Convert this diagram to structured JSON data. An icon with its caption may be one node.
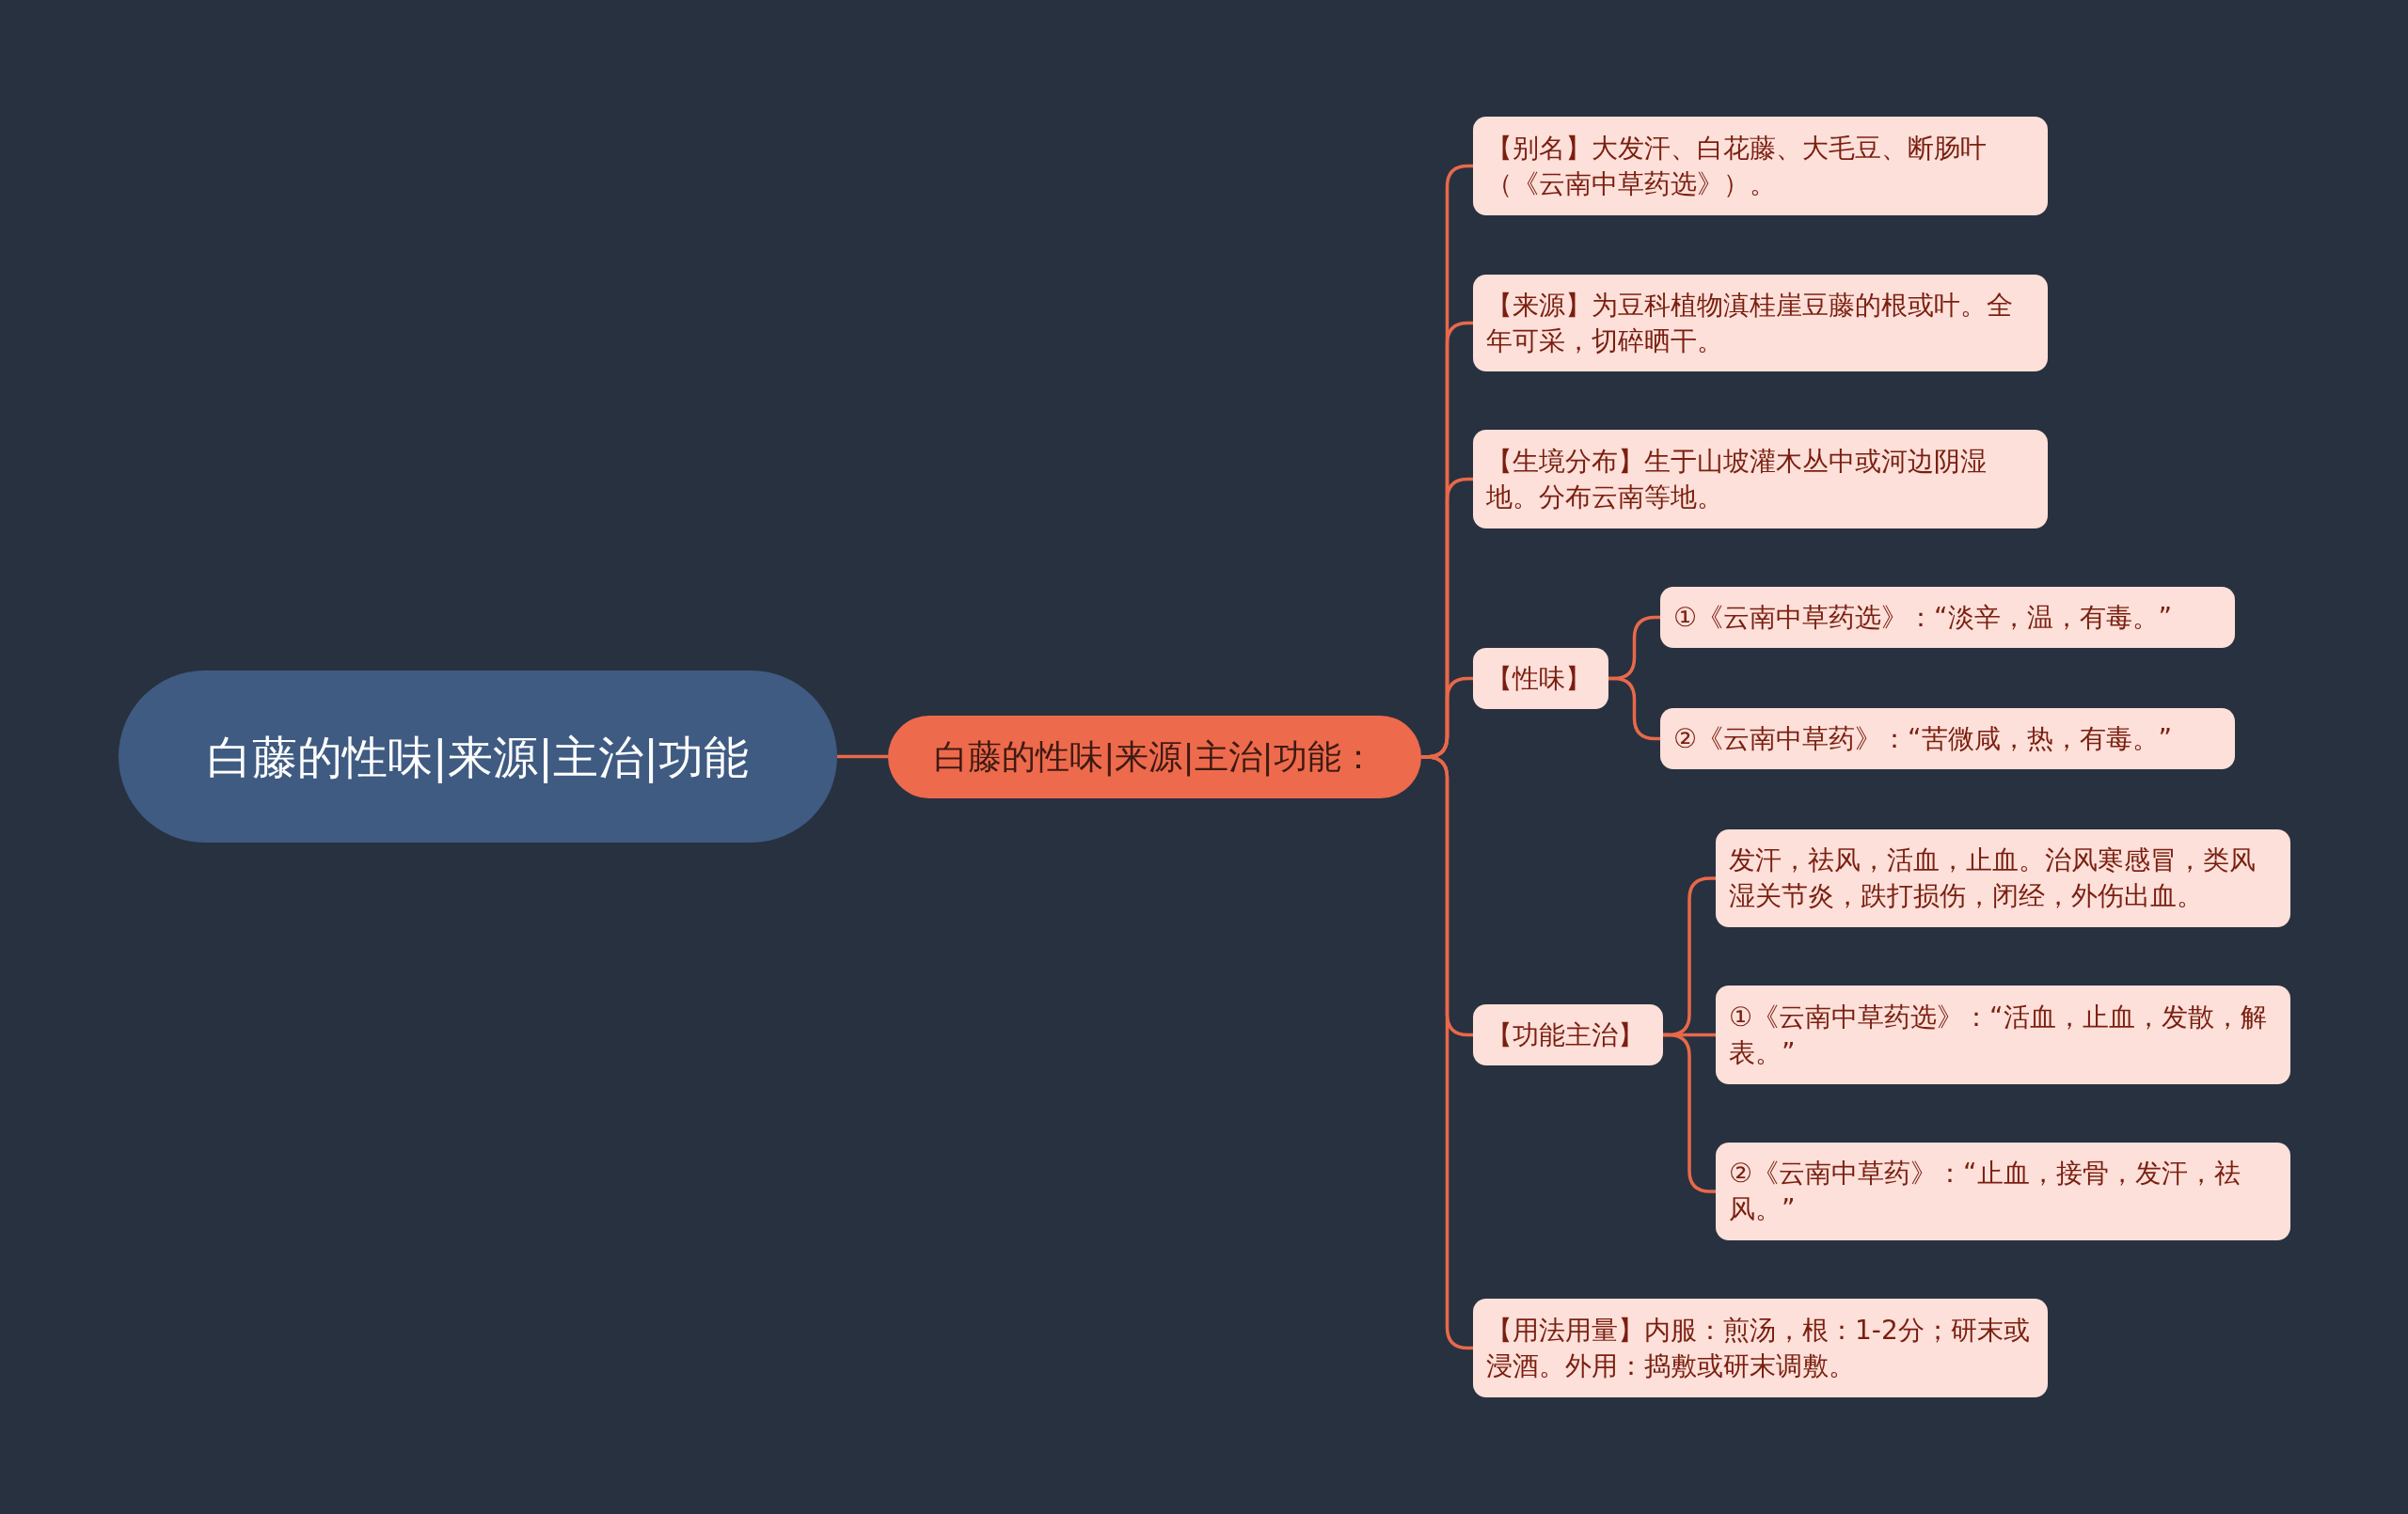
{
  "diagram": {
    "nodes": [
      {
        "text": [
          "白藤的性味|来源|主治|功能"
        ]
      },
      {
        "text": [
          "白藤的性味|来源|主治|功能："
        ]
      },
      {
        "text": [
          "【别名】大发汗、白花藤、大毛豆、断肠叶（《云南中草药选》）。"
        ]
      },
      {
        "text": [
          "【来源】为豆科植物滇桂崖豆藤的根或叶。全年可采，切碎晒干。"
        ]
      },
      {
        "text": [
          "【生境分布】生于山坡灌木丛中或河边阴湿地。分布云南等地。"
        ]
      },
      {
        "text": [
          "【性味】"
        ]
      },
      {
        "text": [
          "①《云南中草药选》：“淡辛，温，有毒。”"
        ]
      },
      {
        "text": [
          "②《云南中草药》：“苦微咸，热，有毒。”"
        ]
      },
      {
        "text": [
          "【功能主治】"
        ]
      },
      {
        "text": [
          "发汗，祛风，活血，止血。治风寒感冒，类风湿关节炎，跌打损伤，闭经，外伤出血。"
        ]
      },
      {
        "text": [
          "①《云南中草药选》：“活血，止血，发散，解表。”"
        ]
      },
      {
        "text": [
          "②《云南中草药》：“止血，接骨，发汗，祛风。”"
        ]
      },
      {
        "text": [
          "【用法用量】内服：煎汤，根：1-2分；研末或浸酒。外用：捣敷或研末调敷。"
        ]
      }
    ],
    "edges": [
      {
        "from": 0,
        "to": 1,
        "arrow": "none"
      },
      {
        "from": 1,
        "to": 2,
        "arrow": "none"
      },
      {
        "from": 1,
        "to": 3,
        "arrow": "none"
      },
      {
        "from": 1,
        "to": 4,
        "arrow": "none"
      },
      {
        "from": 1,
        "to": 5,
        "arrow": "none"
      },
      {
        "from": 5,
        "to": 6,
        "arrow": "none"
      },
      {
        "from": 5,
        "to": 7,
        "arrow": "none"
      },
      {
        "from": 1,
        "to": 8,
        "arrow": "none"
      },
      {
        "from": 8,
        "to": 9,
        "arrow": "none"
      },
      {
        "from": 8,
        "to": 10,
        "arrow": "none"
      },
      {
        "from": 8,
        "to": 11,
        "arrow": "none"
      },
      {
        "from": 1,
        "to": 12,
        "arrow": "none"
      }
    ]
  }
}
